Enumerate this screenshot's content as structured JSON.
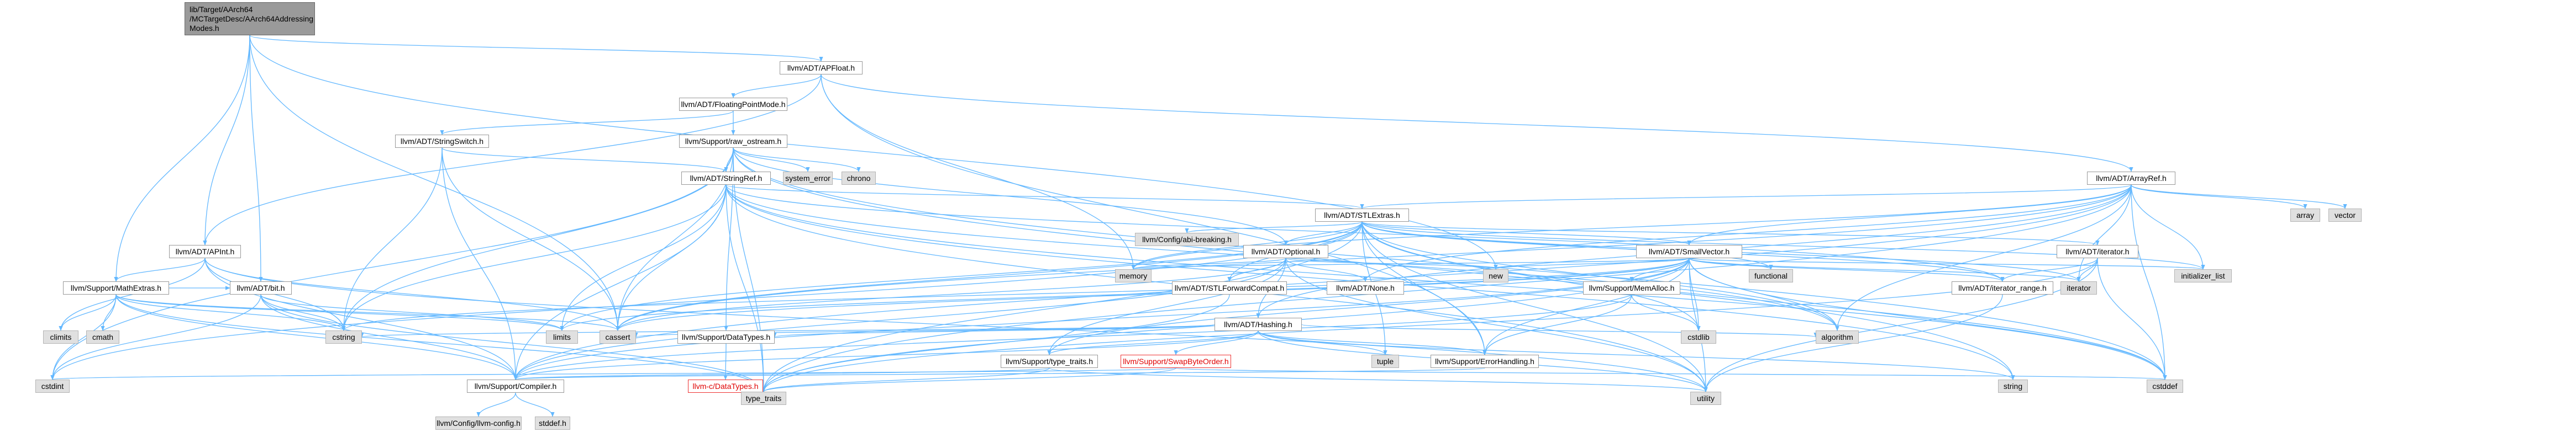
{
  "diagram": {
    "type": "include-dependency-graph",
    "colors": {
      "edge": "#63b8ff",
      "root_fill": "#9a9a9a",
      "system_fill": "#e0e0e0",
      "missing_text": "#e00000"
    },
    "nodes": {
      "root": "lib/Target/AArch64\n/MCTargetDesc/AArch64Addressing\nModes.h",
      "apfloat": "llvm/ADT/APFloat.h",
      "fpmode": "llvm/ADT/FloatingPointMode.h",
      "stringswitch": "llvm/ADT/StringSwitch.h",
      "raw_ostream": "llvm/Support/raw_ostream.h",
      "system_error": "system_error",
      "chrono": "chrono",
      "stringref": "llvm/ADT/StringRef.h",
      "arrayref": "llvm/ADT/ArrayRef.h",
      "array": "array",
      "vector": "vector",
      "stlextras": "llvm/ADT/STLExtras.h",
      "config_abi": "llvm/Config/abi-breaking.h",
      "optional": "llvm/ADT/Optional.h",
      "smallvector": "llvm/ADT/SmallVector.h",
      "iterator": "llvm/ADT/iterator.h",
      "apint": "llvm/ADT/APInt.h",
      "bit": "llvm/ADT/bit.h",
      "mathextras": "llvm/Support/MathExtras.h",
      "memory": "memory",
      "stlforward": "llvm/ADT/STLForwardCompat.h",
      "none": "llvm/ADT/None.h",
      "new": "new",
      "memalloc": "llvm/Support/MemAlloc.h",
      "functional": "functional",
      "initializer_list": "initializer_list",
      "iterator_std": "iterator",
      "iterator_range": "llvm/ADT/iterator_range.h",
      "hashing": "llvm/ADT/Hashing.h",
      "climits": "climits",
      "cmath": "cmath",
      "cstring": "cstring",
      "limits": "limits",
      "cassert": "cassert",
      "datatypes": "llvm/Support/DataTypes.h",
      "type_traits_h": "llvm/Support/type_traits.h",
      "swapbyteorder": "llvm/Support/SwapByteOrder.h",
      "tuple": "tuple",
      "errorhandling": "llvm/Support/ErrorHandling.h",
      "cstdlib": "cstdlib",
      "algorithm": "algorithm",
      "cstdint": "cstdint",
      "compiler": "llvm/Support/Compiler.h",
      "c_datatypes": "llvm-c/DataTypes.h",
      "type_traits": "type_traits",
      "utility": "utility",
      "string": "string",
      "cstddef": "cstddef",
      "llvm_config": "llvm/Config/llvm-config.h",
      "stddef": "stddef.h"
    }
  }
}
